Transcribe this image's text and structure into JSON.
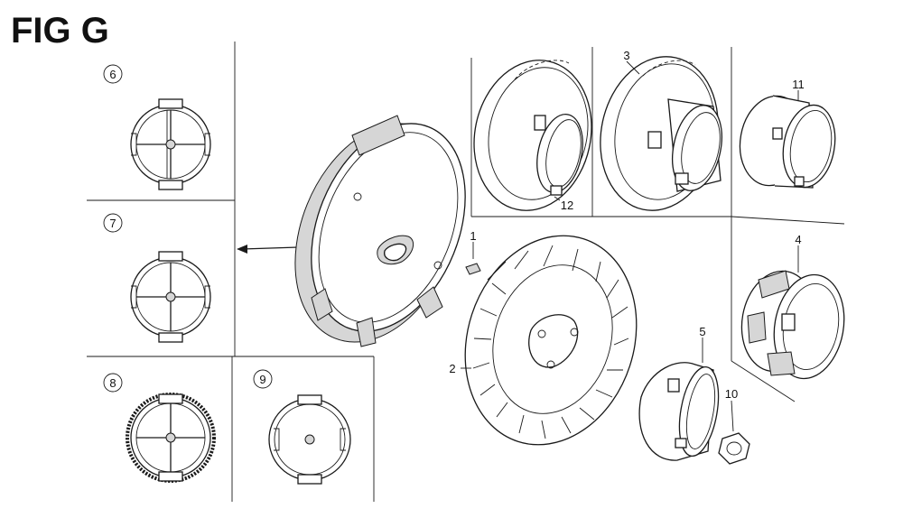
{
  "figure": {
    "title": "FIG G"
  },
  "callouts": {
    "c1": "1",
    "c2": "2",
    "c3": "3",
    "c4": "4",
    "c5": "5",
    "c6": "6",
    "c7": "7",
    "c8": "8",
    "c9": "9",
    "c10": "10",
    "c11": "11",
    "c12": "12"
  },
  "colors": {
    "line": "#1a1a1a",
    "shade": "#d6d6d6",
    "background": "#ffffff"
  }
}
